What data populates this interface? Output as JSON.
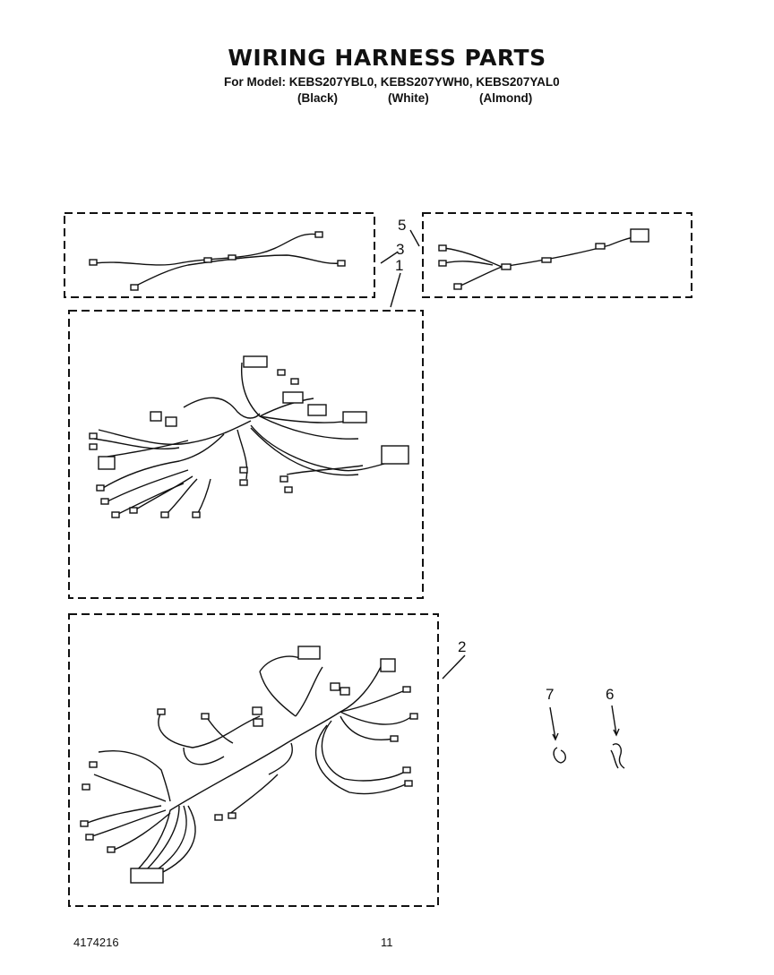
{
  "header": {
    "title": "WIRING HARNESS PARTS",
    "models": "For Model: KEBS207YBL0, KEBS207YWH0, KEBS207YAL0",
    "colors": [
      "(Black)",
      "(White)",
      "(Almond)"
    ]
  },
  "callouts": {
    "c1": "1",
    "c2": "2",
    "c3": "3",
    "c5": "5",
    "c6": "6",
    "c7": "7"
  },
  "footer": {
    "document_number": "4174216",
    "page_number": "11"
  }
}
